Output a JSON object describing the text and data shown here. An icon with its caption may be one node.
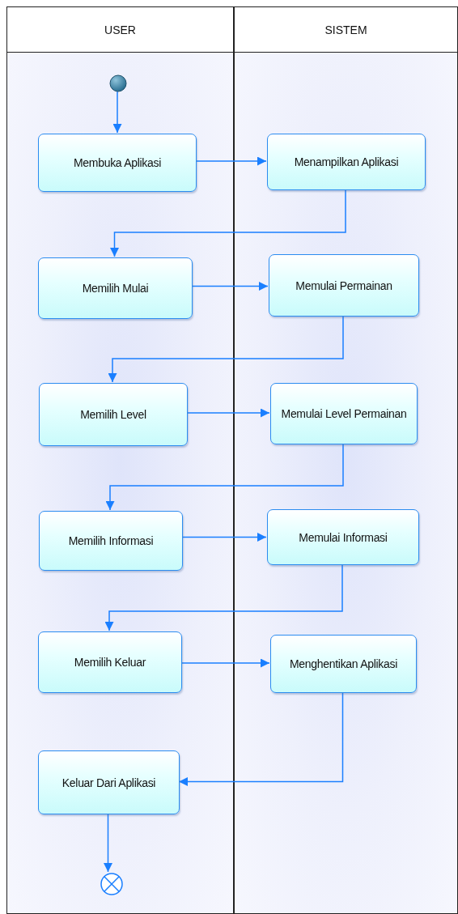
{
  "diagram": {
    "nodes": [
      {
        "text": [
          "USER"
        ]
      },
      {
        "text": [
          "SISTEM"
        ]
      },
      {
        "text": [],
        "shape": "circle",
        "in": 0
      },
      {
        "text": [
          "Membuka Aplikasi"
        ],
        "in": 0
      },
      {
        "text": [
          "Menampilkan Aplikasi"
        ],
        "in": 1
      },
      {
        "text": [
          "Memilih Mulai"
        ],
        "in": 0
      },
      {
        "text": [
          "Memulai Permainan"
        ],
        "in": 1
      },
      {
        "text": [
          "Memilih Level"
        ],
        "in": 0
      },
      {
        "text": [
          "Memulai Level Permainan"
        ],
        "in": 1
      },
      {
        "text": [
          "Memilih Informasi"
        ],
        "in": 0
      },
      {
        "text": [
          "Memulai Informasi"
        ],
        "in": 1
      },
      {
        "text": [
          "Memilih Keluar"
        ],
        "in": 0
      },
      {
        "text": [
          "Menghentikan Aplikasi"
        ],
        "in": 1
      },
      {
        "text": [
          "Keluar Dari Aplikasi"
        ],
        "in": 0
      },
      {
        "text": [],
        "shape": "circle",
        "in": 0
      }
    ],
    "edges": [
      {
        "from": 2,
        "to": 3,
        "arrow": "to"
      },
      {
        "from": 3,
        "to": 4,
        "arrow": "to"
      },
      {
        "from": 4,
        "to": 5,
        "arrow": "to"
      },
      {
        "from": 5,
        "to": 6,
        "arrow": "to"
      },
      {
        "from": 6,
        "to": 7,
        "arrow": "to"
      },
      {
        "from": 7,
        "to": 8,
        "arrow": "to"
      },
      {
        "from": 8,
        "to": 9,
        "arrow": "to"
      },
      {
        "from": 9,
        "to": 10,
        "arrow": "to"
      },
      {
        "from": 10,
        "to": 11,
        "arrow": "to"
      },
      {
        "from": 11,
        "to": 12,
        "arrow": "to"
      },
      {
        "from": 12,
        "to": 13,
        "arrow": "to"
      },
      {
        "from": 13,
        "to": 14,
        "arrow": "to"
      }
    ]
  }
}
